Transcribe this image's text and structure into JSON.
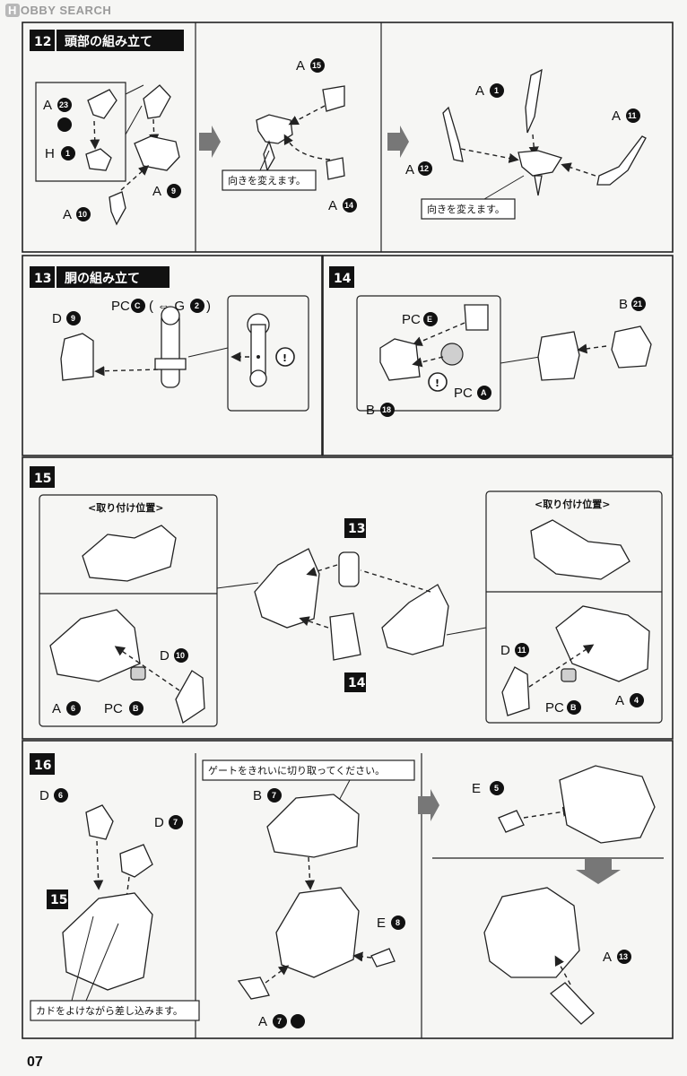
{
  "watermark": {
    "logo": "H",
    "text": "OBBY SEARCH"
  },
  "page_number": "07",
  "step12": {
    "num": "12",
    "title": "頭部の組み立て",
    "labels": {
      "a23": "A",
      "a23n": "23",
      "h1": "H",
      "h1n": "1",
      "a9": "A",
      "a9n": "9",
      "a10": "A",
      "a10n": "10",
      "a15": "A",
      "a15n": "15",
      "a14": "A",
      "a14n": "14",
      "a1": "A",
      "a1n": "1",
      "a11": "A",
      "a11n": "11",
      "a12": "A",
      "a12n": "12"
    },
    "note1": "向きを変えます。",
    "note2": "向きを変えます。"
  },
  "step13": {
    "num": "13",
    "title": "胴の組み立て",
    "d9": "D",
    "d9n": "9",
    "pcc": "PC",
    "pccl": "C",
    "pccg": "( ⇔ G",
    "pccgn": "2",
    "pccclose": ")"
  },
  "step14": {
    "num": "14",
    "pce": "PC",
    "pcel": "E",
    "pca": "PC",
    "pcal": "A",
    "b18": "B",
    "b18n": "18",
    "b21": "B",
    "b21n": "21"
  },
  "step15": {
    "num": "15",
    "pos1": "<取り付け位置>",
    "pos2": "<取り付け位置>",
    "a6": "A",
    "a6n": "6",
    "pcb1": "PC",
    "pcb1l": "B",
    "d10": "D",
    "d10n": "10",
    "sq13": "13",
    "sq14": "14",
    "d11": "D",
    "d11n": "11",
    "pcb2": "PC",
    "pcb2l": "B",
    "a4": "A",
    "a4n": "4"
  },
  "step16": {
    "num": "16",
    "d6": "D",
    "d6n": "6",
    "d7": "D",
    "d7n": "7",
    "sq15": "15",
    "note_insert": "カドをよけながら差し込みます。",
    "note_gate": "ゲートをきれいに切り取ってください。",
    "b7": "B",
    "b7n": "7",
    "e8": "E",
    "e8n": "8",
    "a7": "A",
    "a7n": "7",
    "e5": "E",
    "e5n": "5",
    "a13": "A",
    "a13n": "13"
  }
}
